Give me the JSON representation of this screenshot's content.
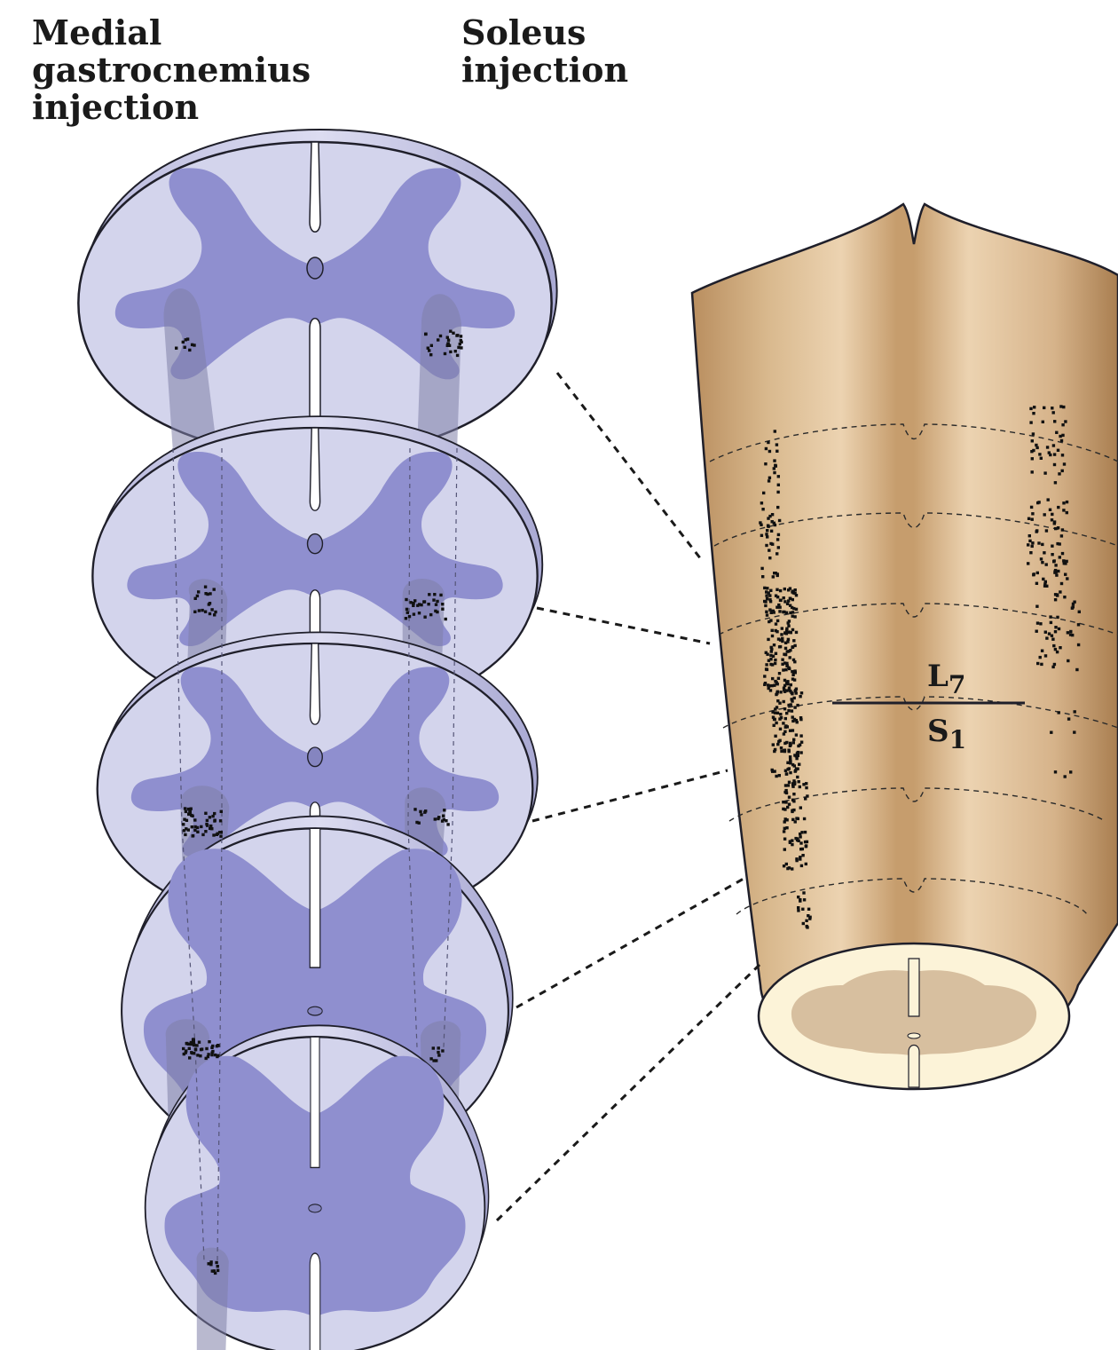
{
  "labels": {
    "left": [
      "Medial",
      "gastrocnemius",
      "injection"
    ],
    "right": [
      "Soleus",
      "injection"
    ]
  },
  "segment_boundary": {
    "upper": "L",
    "upper_sub": "7",
    "lower": "S",
    "lower_sub": "1"
  },
  "colors": {
    "section_fill": "#d3d4ec",
    "gray_matter": "#8f8fcf",
    "motor_pool": "#7f7fa8",
    "outline": "#1f1f2a",
    "cord_fill": "#d8b78e",
    "cord_highlight": "#f1dcc0",
    "cord_cut_white": "#fcf3d8",
    "cord_cut_gray": "#d7bf9f",
    "dots": "#111111"
  }
}
